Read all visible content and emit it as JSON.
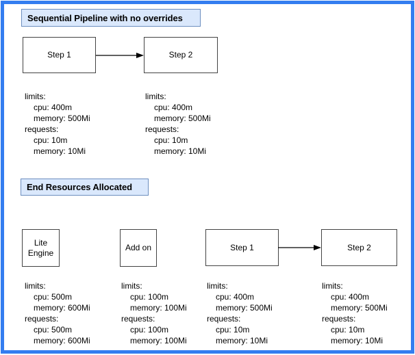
{
  "window": {
    "border_color": "#337df0",
    "background": "#ffffff"
  },
  "palette": {
    "title_fill": "#dae8fc",
    "title_stroke": "#6c8ebf",
    "node_fill": "#ffffff",
    "node_stroke": "#424242",
    "arrow_color": "#000000",
    "text_color": "#000000"
  },
  "sections": [
    {
      "title": "Sequential Pipeline with no overrides",
      "nodes": [
        {
          "label": "Step 1"
        },
        {
          "label": "Step 2"
        }
      ],
      "connector": {
        "from": "Step 1",
        "to": "Step 2"
      },
      "resources": [
        {
          "lines": [
            "limits:",
            "cpu: 400m",
            "memory: 500Mi",
            "requests:",
            "cpu: 10m",
            "memory: 10Mi"
          ]
        },
        {
          "lines": [
            "limits:",
            "cpu: 400m",
            "memory: 500Mi",
            "requests:",
            "cpu: 10m",
            "memory: 10Mi"
          ]
        }
      ]
    },
    {
      "title": "End Resources Allocated",
      "nodes": [
        {
          "label": "Lite Engine"
        },
        {
          "label": "Add on"
        },
        {
          "label": "Step 1"
        },
        {
          "label": "Step 2"
        }
      ],
      "connector": {
        "from": "Step 1",
        "to": "Step 2"
      },
      "resources": [
        {
          "lines": [
            "limits:",
            "cpu: 500m",
            "memory: 600Mi",
            "requests:",
            "cpu: 500m",
            "memory: 600Mi"
          ]
        },
        {
          "lines": [
            "limits:",
            "cpu: 100m",
            "memory: 100Mi",
            "requests:",
            "cpu: 100m",
            "memory: 100Mi"
          ]
        },
        {
          "lines": [
            "limits:",
            "cpu: 400m",
            "memory: 500Mi",
            "requests:",
            "cpu: 10m",
            "memory: 10Mi"
          ]
        },
        {
          "lines": [
            "limits:",
            "cpu: 400m",
            "memory: 500Mi",
            "requests:",
            "cpu: 10m",
            "memory: 10Mi"
          ]
        }
      ]
    }
  ]
}
